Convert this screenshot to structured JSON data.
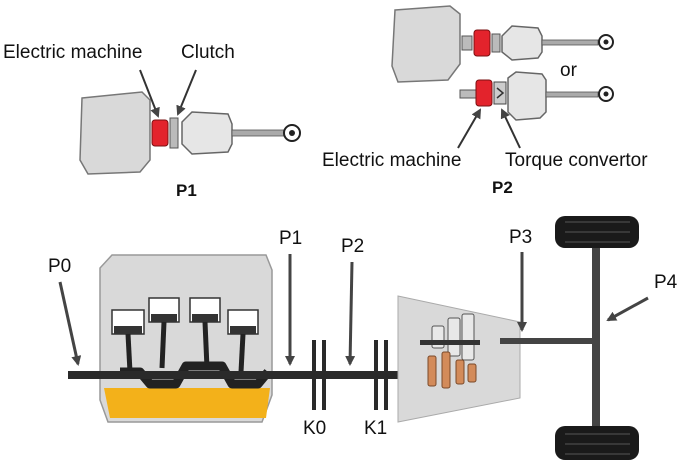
{
  "top_left": {
    "label_electric_machine": "Electric machine",
    "label_clutch": "Clutch",
    "caption": "P1"
  },
  "top_right": {
    "label_or": "or",
    "label_electric_machine": "Electric machine",
    "label_torque_convertor": "Torque convertor",
    "caption": "P2"
  },
  "powertrain": {
    "positions": [
      "P0",
      "P1",
      "P2",
      "P3",
      "P4"
    ],
    "clutches": [
      "K0",
      "K1"
    ]
  },
  "colors": {
    "machine_red": "#e3232c",
    "housing_gray": "#d9d9d9",
    "oil_orange": "#f3b11a",
    "shaft_dark": "#2a2a2a",
    "gear_copper": "#d38b5a"
  }
}
